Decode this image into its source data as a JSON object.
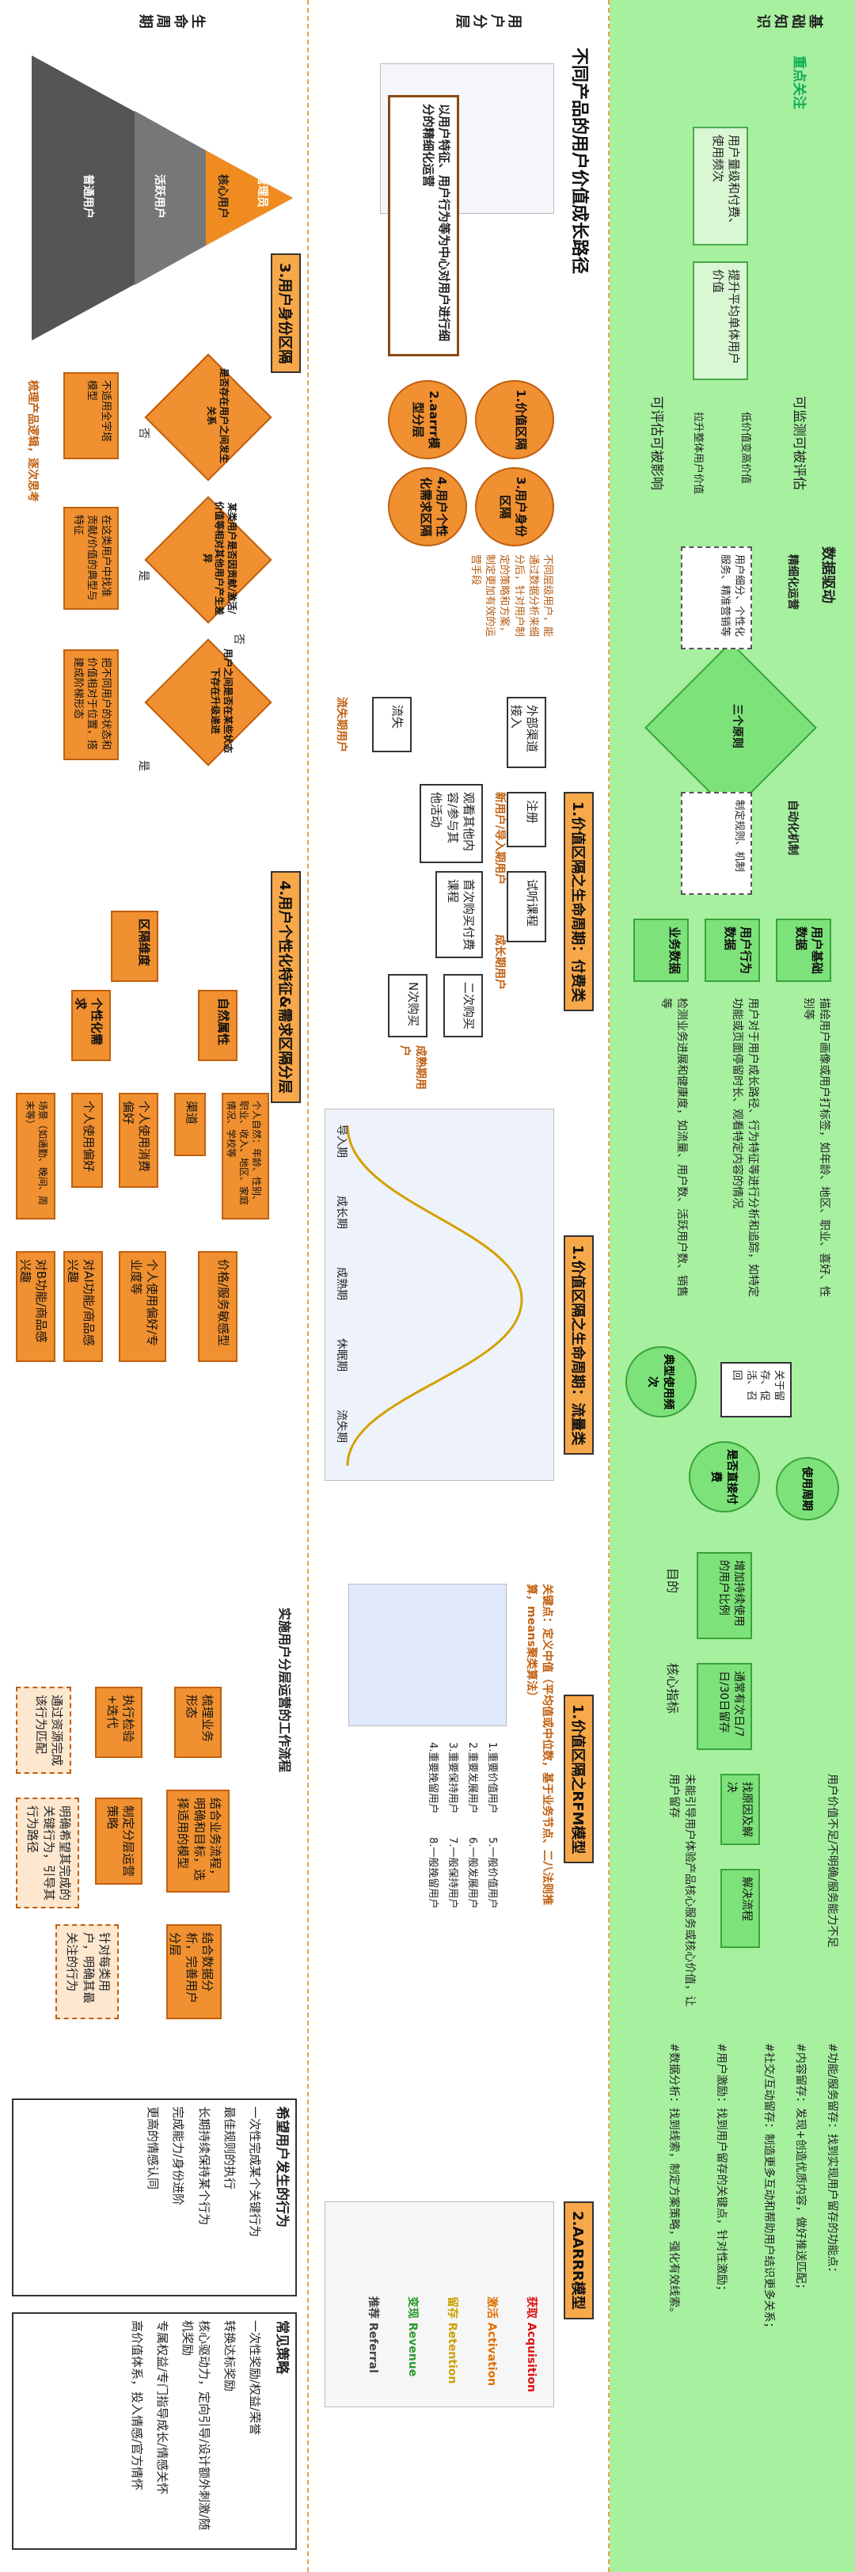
{
  "bands": {
    "top": "基础知识",
    "mid": "用户分层",
    "bot": "生命周期"
  },
  "basics": {
    "focus_label": "重点关注",
    "focus_items": [
      "用户量级和付费、使用频次",
      "提升平均单体用户价值"
    ],
    "monitor": "可监测可被评估",
    "influence": "可评估可被影响",
    "high_value": "低价值变高价值",
    "upgrade": "拉升整体用户价值",
    "data_driven": "数据驱动",
    "three_principles": "三个原则",
    "fine_ops": "精细化运营",
    "fine_ops_desc": "用户细分、个性化服务、精准营销等",
    "automation": "自动化机制",
    "automation_desc": "制定规则、机制",
    "data_types": [
      {
        "label": "用户基础数据",
        "desc": "描绘用户画像或用户打标签，如年龄、地区、职业、喜好、性别等"
      },
      {
        "label": "用户行为数据",
        "desc": "用户对于用户成长路径、行为特征等进行分析和追踪，如特定功能或页面停留时长、观看特定内容的情况"
      },
      {
        "label": "业务数据",
        "desc": "检测业务进展和健康度，如流量、用户数、活跃用户数、销售等"
      }
    ],
    "usage_freq": "典型使用频次",
    "focus_metrics": "关于留存、促活、召回",
    "core_payment": "是否直接付费",
    "usage_cycle": "使用周期",
    "goal_label": "目的",
    "goal_desc": "增加持续使用的用户比例",
    "core_metric": "核心指标",
    "core_metric_desc": "通常有次日/7日/30日留存",
    "find_reason": "找原因及解决",
    "solve_flow": "解决流程",
    "user_value_desc": "用户价值不足/不明确/服务能力不足",
    "no_value_match": "未能引导用户体验产品核心服务或核心价值，让用户留存",
    "hash_tips": [
      "#功能/服务留存：找到实现用户留存的功能点：",
      "#内容留存：发现+创造优质内容，做好推送匹配；",
      "#社交/互动留存：制造更多互动和帮助用户结识更多关系；",
      "#用户激励：找到用户留存的关键点，针对性激励；",
      "#数据分析：找到线索，制定方案策略，强化有效线索。"
    ]
  },
  "layer": {
    "panel1_title": "不同产品的用户价值成长路径",
    "panel1_sub": "以用户特征、用户行为等为中心对用户进行细分的精细化运营",
    "petals": [
      "1.价值区隔",
      "2.aarrr模型分层",
      "3.用户身份区隔",
      "4.用户个性化需求区隔"
    ],
    "petals_desc": "不同层级用户，能通过数据分析来细分后，针对用户制定的策略和方案，制定更加有效的运营手段",
    "sec_lifecycle_pay": "1.价值区隔之生命周期：付费类",
    "flow_new": [
      "外部渠道接入",
      "注册",
      "试听课程",
      "首次购买付费课程",
      "二次购买",
      "N次购买",
      "观看其他内容/参与其他活动",
      "流失"
    ],
    "stage_labels": [
      "流失期用户",
      "成长期用户",
      "成熟期用户",
      "新用户/导入期用户"
    ],
    "sec_lifecycle_flow": "1.价值区隔之生命周期：流量类",
    "flow_stages": [
      "导入期",
      "成长期",
      "成熟期",
      "休眠期",
      "流失期"
    ],
    "sec_rfm": "1.价值区隔之RFM模型",
    "rfm_key": "关键点：定义中值（平均值或中位数，基于业务节点、二八法则推算，means聚类算法）",
    "rfm_groups": [
      "1.重要价值用户",
      "2.重要发展用户",
      "3.重要保持用户",
      "4.重要挽留用户",
      "5.一般价值用户",
      "6.一般发展用户",
      "7.一般保持用户",
      "8.一般挽留用户"
    ],
    "sec_aarrr": "2.AARRR模型",
    "aarrr": [
      "获取 Acquisition",
      "激活 Activation",
      "留存 Retention",
      "变现 Revenue",
      "推荐 Referral"
    ],
    "workflow_title": "实施用户分层运营的工作流程",
    "workflow": [
      "梳理业务形态",
      "结合业务流程，明确和目标，选择适用的模型",
      "结合数据分析，完善用户分层",
      "执行检验+迭代",
      "制定分层运营策略",
      "针对每类用户，明确其最关注的行为",
      "明确希望其完成的关键行为，引导其行为路径",
      "通过资源完成该行为匹配"
    ]
  },
  "life": {
    "sec_identity": "3.用户身份区隔",
    "pyramid": [
      "普通用户",
      "活跃用户",
      "核心用户",
      "管理员"
    ],
    "q1": "是否存在用户之间发生关系",
    "q1_no_result": "不适用全字塔模型",
    "no": "否",
    "yes": "是",
    "q2": "某类用户是否因贡献/激活/价值等相对其他用户产生差异",
    "q2_no": "否",
    "q3": "用户之间是否在某些状态下存在升级递进",
    "yes_result1": "在这类用户中找准贡献/价值的典型与特征",
    "yes_result2": "把不同用户的状态和价值相对于位置，搭建成阶梯形态",
    "conclusion": "梳理产品逻辑，逐次思考",
    "sec_persona": "4.用户个性化特征&需求区隔分层",
    "dimension": "区隔维度",
    "natural": "自然属性",
    "personal": "个性化需求",
    "natural_items": [
      "个人自然：年龄、性别、职业、收入、地区、家庭情况、学校等",
      "渠道"
    ],
    "personal_items": [
      "个人使用消费偏好",
      "个人使用偏好",
      "场景（如通勤、晚间、周末等）"
    ],
    "results": [
      "价格/服务敏感型",
      "个人使用偏好/专业度等",
      "对AI功能/商品感兴趣",
      "对B功能/商品感兴趣"
    ],
    "card1_title": "希望用户发生的行为",
    "card1_items": [
      "一次性完成某个关键行为",
      "最佳规则的执行",
      "长期持续保持某个行为",
      "完成能力/身份进阶",
      "更高的情感认同"
    ],
    "card2_title": "常见策略",
    "card2_items": [
      "一次性奖励/权益/荣誉",
      "转换达标奖励",
      "核心驱动力，定向引导/设计额外刺激/随机奖励",
      "专属权益/专门指导成长/情感关怀",
      "高价值体系，投入情感/官方情怀"
    ]
  }
}
